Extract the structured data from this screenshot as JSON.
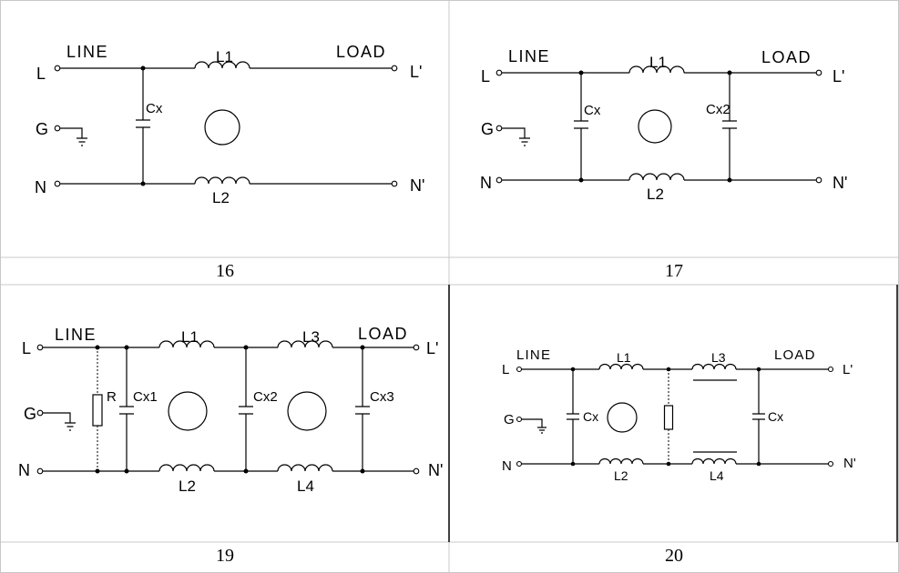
{
  "cells": [
    {
      "caption": "16"
    },
    {
      "caption": "17"
    },
    {
      "caption": "19"
    },
    {
      "caption": "20"
    }
  ],
  "labels": {
    "line": "LINE",
    "load": "LOAD",
    "l": "L",
    "g": "G",
    "n": "N",
    "l_prime": "L'",
    "n_prime": "N'",
    "l1": "L1",
    "l2": "L2",
    "l3": "L3",
    "l4": "L4",
    "r": "R",
    "cx": "Cx",
    "cx1": "Cx1",
    "cx2": "Cx2",
    "cx3": "Cx3"
  }
}
